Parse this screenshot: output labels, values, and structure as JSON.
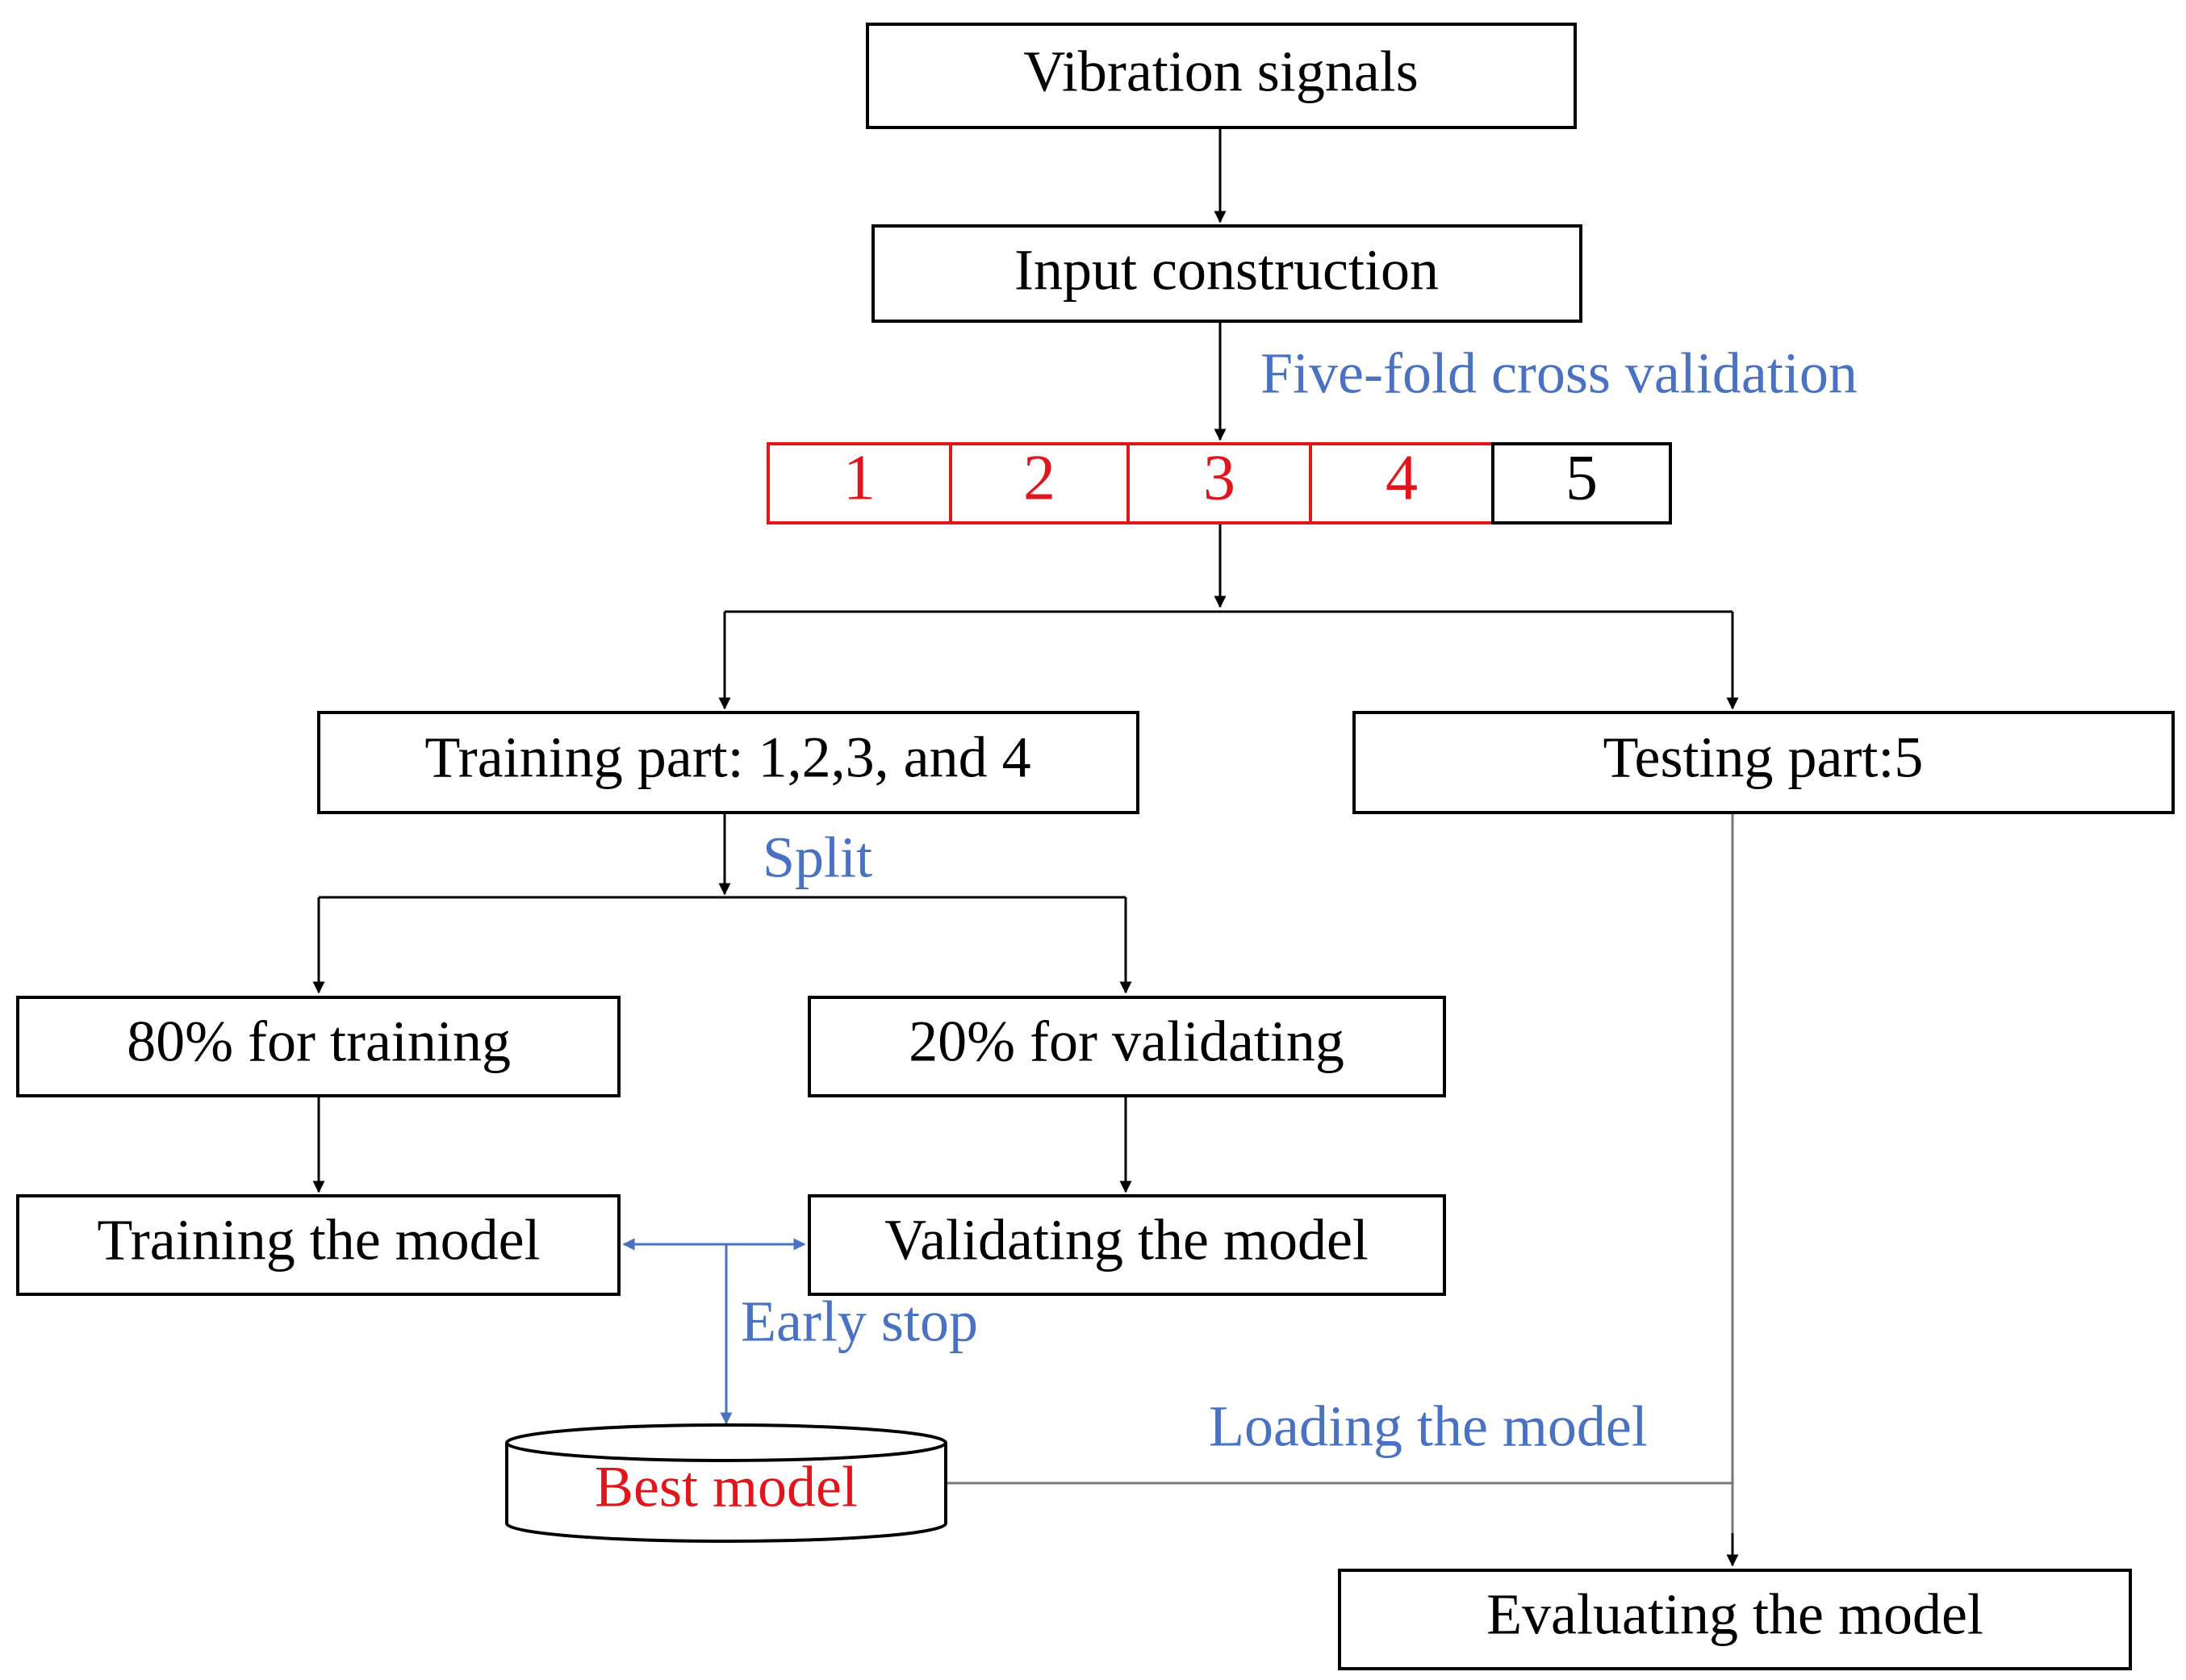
{
  "colors": {
    "black": "#000000",
    "red": "#e1161d",
    "blue": "#4a72c2"
  },
  "nodes": {
    "vibration_signals": "Vibration signals",
    "input_construction": "Input construction",
    "training_part": "Training part: 1,2,3, and 4",
    "testing_part": "Testing part:5",
    "train_80": "80% for training",
    "validate_20": "20% for validating",
    "training_model": "Training the model",
    "validating_model": "Validating the model",
    "best_model": "Best model",
    "evaluating_model": "Evaluating the model"
  },
  "folds": [
    {
      "label": "1",
      "role": "training"
    },
    {
      "label": "2",
      "role": "training"
    },
    {
      "label": "3",
      "role": "training"
    },
    {
      "label": "4",
      "role": "training"
    },
    {
      "label": "5",
      "role": "testing"
    }
  ],
  "annotations": {
    "five_fold": "Five-fold cross validation",
    "split": "Split",
    "early_stop": "Early stop",
    "loading_model": "Loading the model"
  }
}
